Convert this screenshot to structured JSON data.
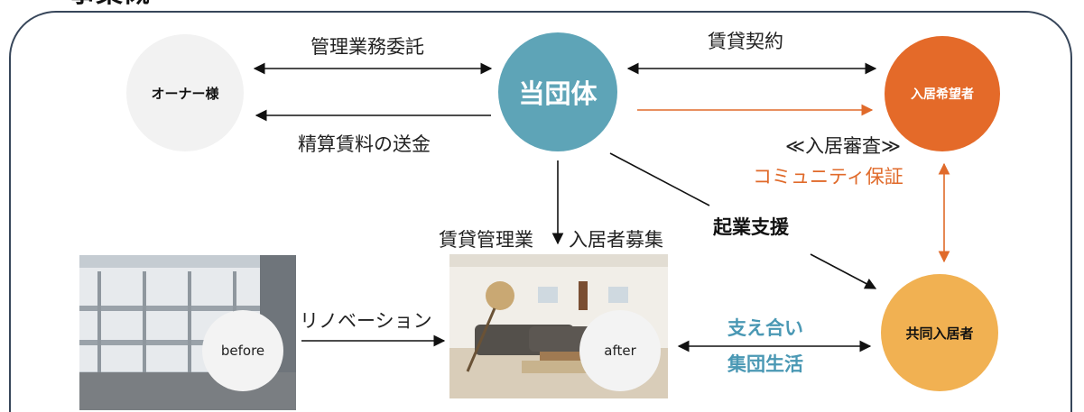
{
  "heading_fragment": "事業概",
  "nodes": {
    "owner": "オーナー様",
    "org": "当団体",
    "applicant": "入居希望者",
    "resident": "共同入居者"
  },
  "labels": {
    "management_consignment": "管理業務委託",
    "rental_contract": "賃貸契約",
    "rent_remittance": "精算賃料の送金",
    "screening": "≪入居審査≫",
    "community_guarantee": "コミュニティ保証",
    "rental_management": "賃貸管理業",
    "recruitment": "入居者募集",
    "startup_support": "起業支援",
    "renovation": "リノベーション",
    "mutual_support_1": "支え合い",
    "mutual_support_2": "集団生活"
  },
  "photos": {
    "before": "before",
    "after": "after"
  },
  "colors": {
    "frame": "#37465a",
    "org": "#5ea4b7",
    "applicant": "#e46a29",
    "resident": "#f1b152",
    "owner": "#f2f2f2",
    "accent_orange": "#e06a2a",
    "accent_teal": "#4a98b4"
  }
}
